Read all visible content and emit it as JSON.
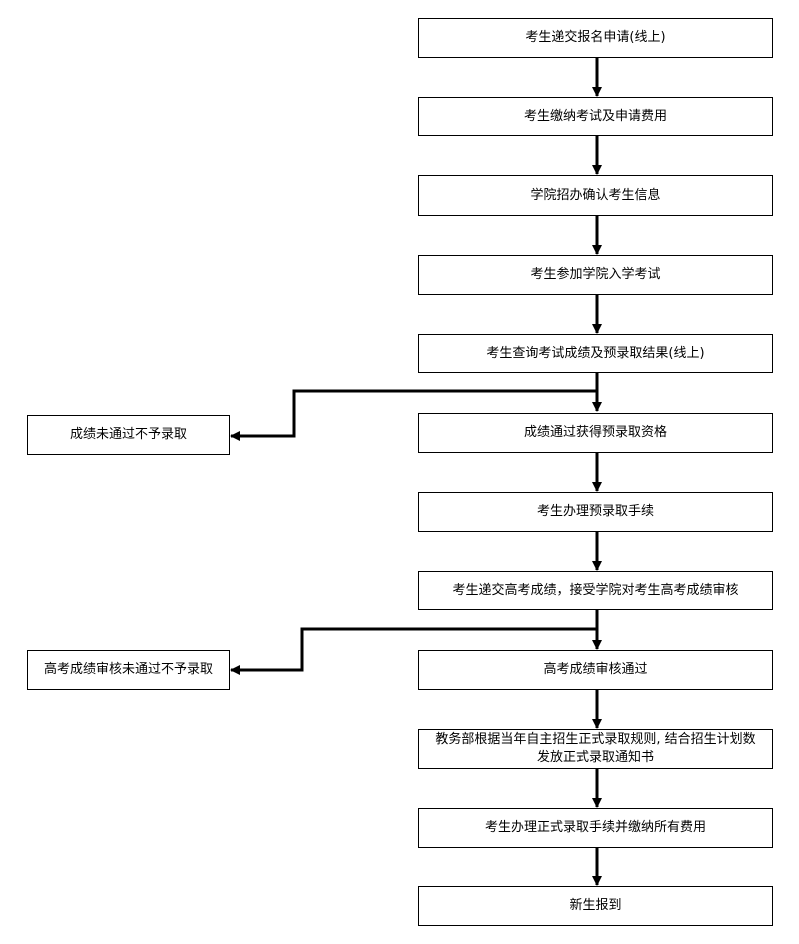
{
  "steps": [
    "考生递交报名申请(线上)",
    "考生缴纳考试及申请费用",
    "学院招办确认考生信息",
    "考生参加学院入学考试",
    "考生查询考试成绩及预录取结果(线上)",
    "成绩通过获得预录取资格",
    "考生办理预录取手续",
    "考生递交高考成绩，接受学院对考生高考成绩审核",
    "高考成绩审核通过",
    "教务部根据当年自主招生正式录取规则, 结合招生计划数\n发放正式录取通知书",
    "考生办理正式录取手续并缴纳所有费用",
    "新生报到"
  ],
  "branches": [
    "成绩未通过不予录取",
    "高考成绩审核未通过不予录取"
  ]
}
